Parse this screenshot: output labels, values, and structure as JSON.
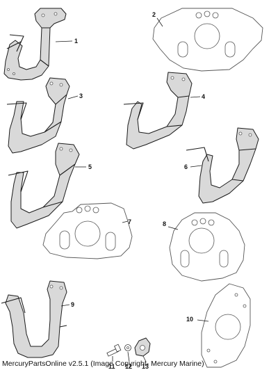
{
  "callouts": [
    "1",
    "2",
    "3",
    "4",
    "5",
    "6",
    "7",
    "8",
    "9",
    "10",
    "11",
    "12",
    "13"
  ],
  "footer": {
    "text": "MercuryPartsOnline v2.5.1 (Image Copyright- Mercury Marine)"
  }
}
